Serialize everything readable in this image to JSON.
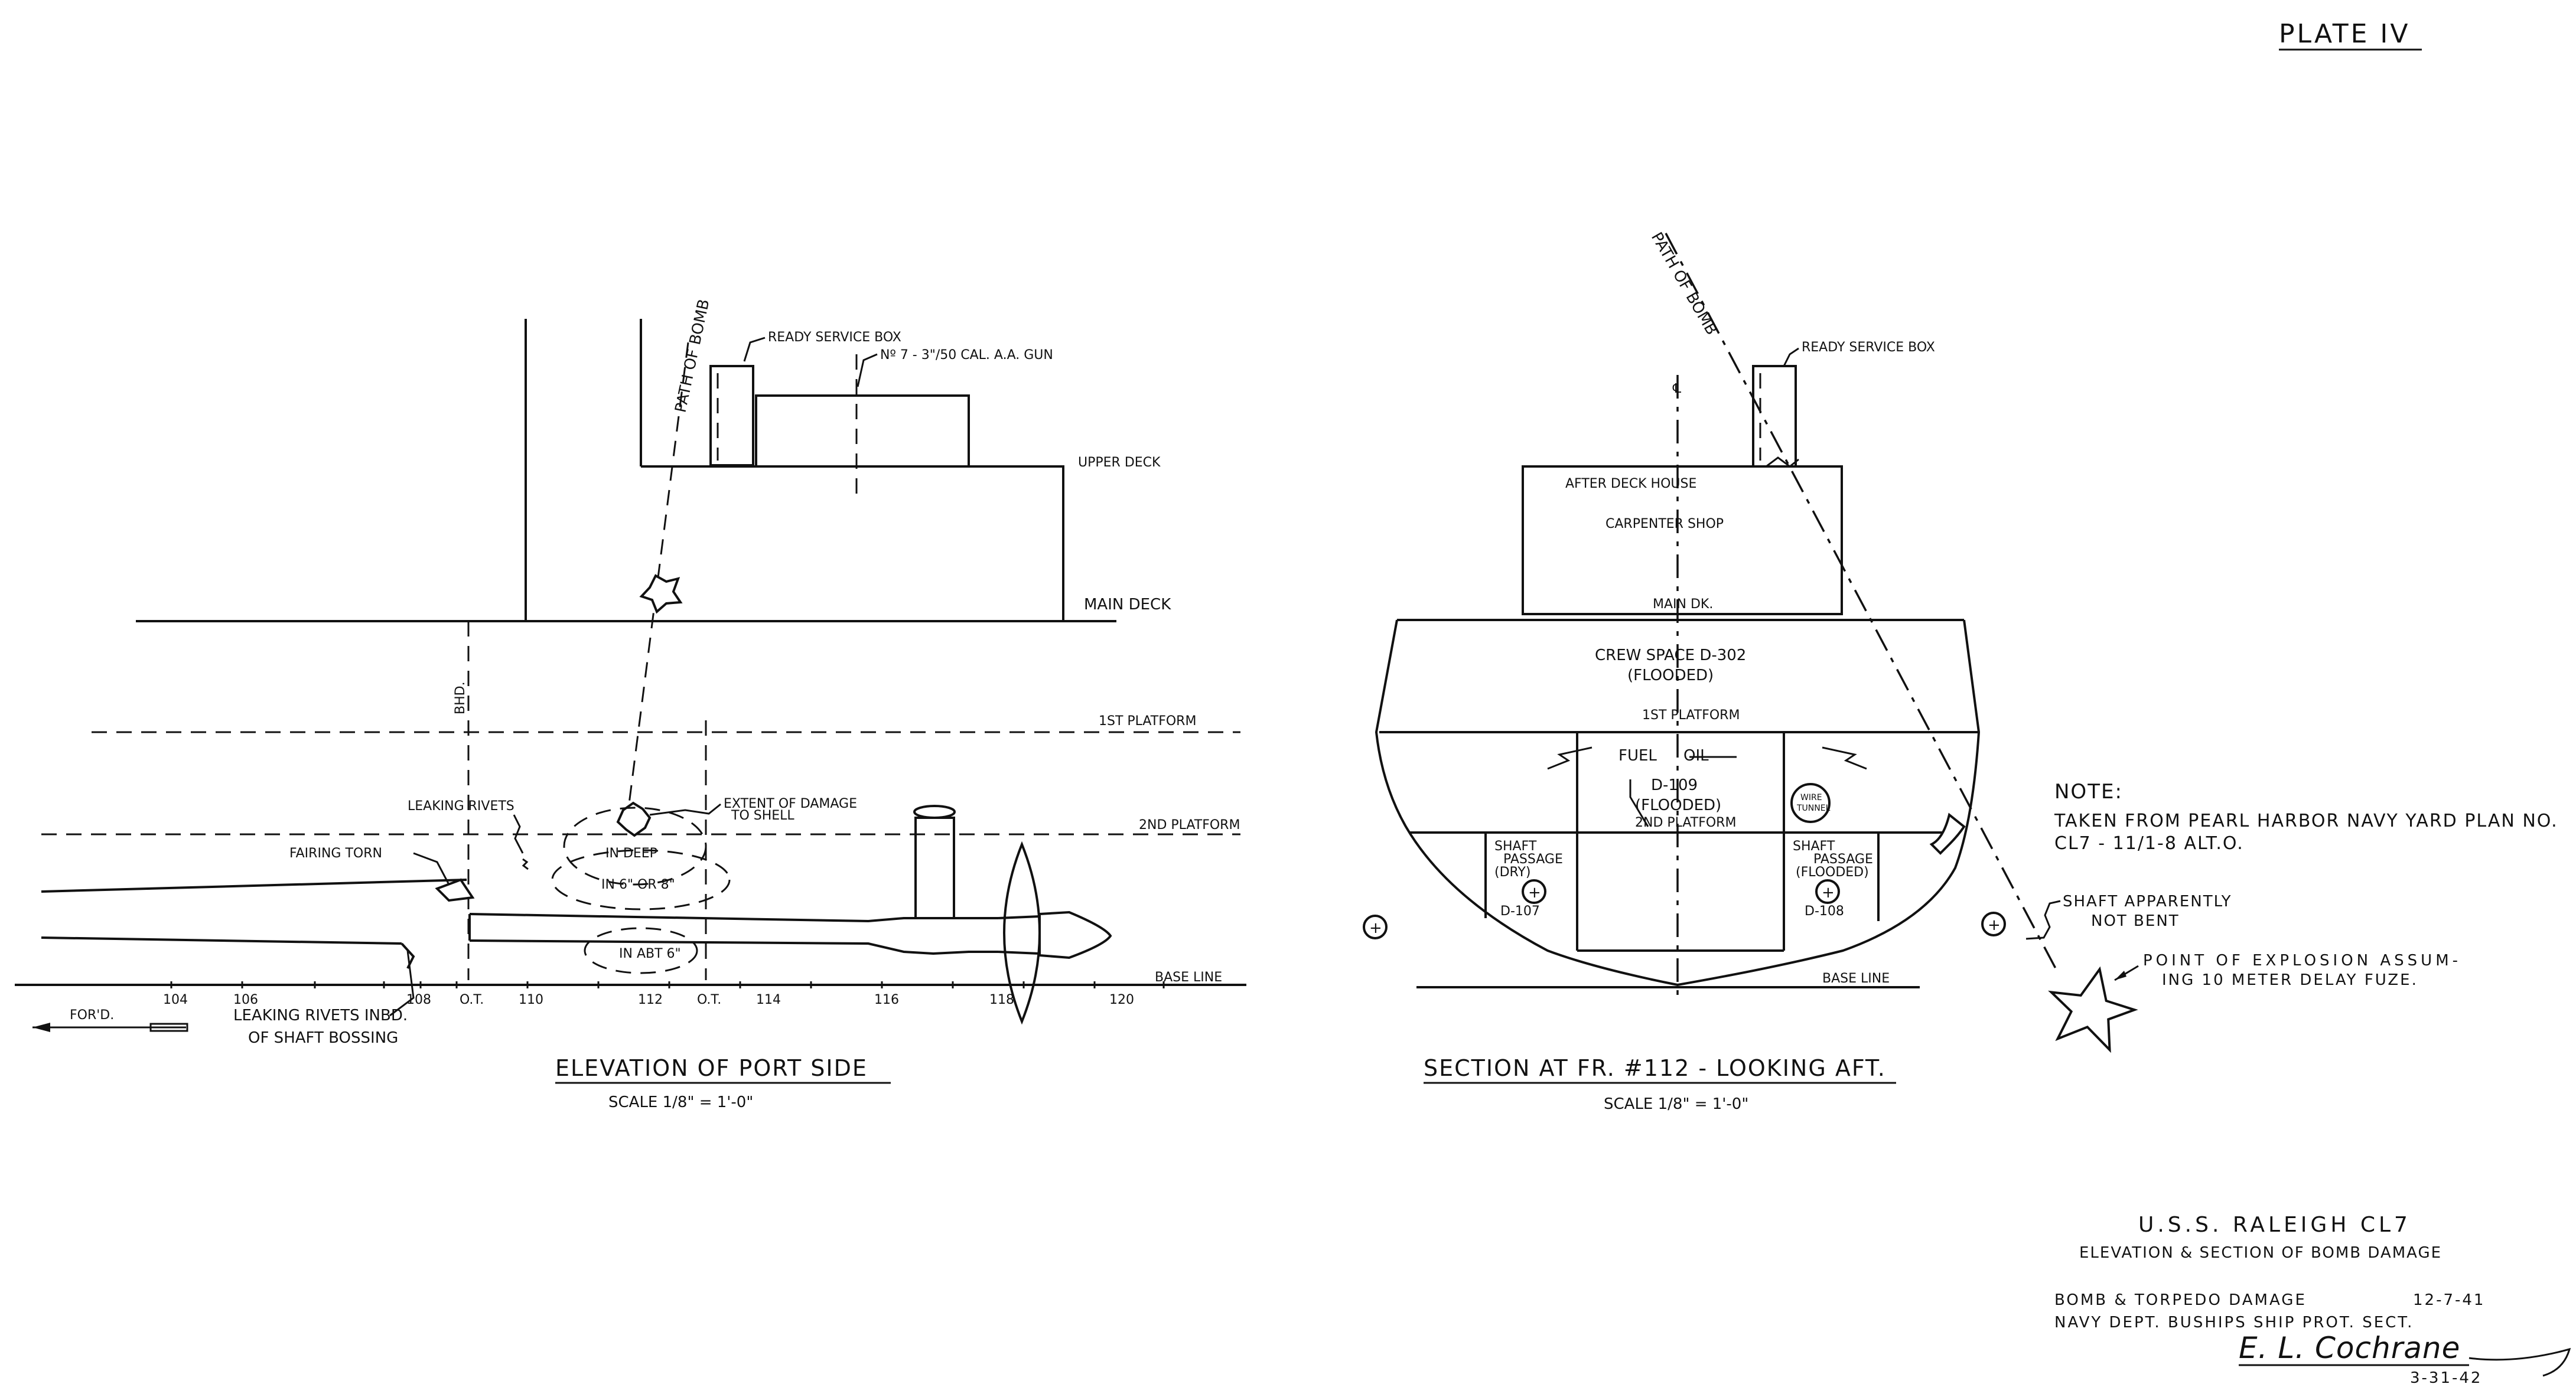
{
  "plate": "PLATE IV",
  "elevation": {
    "path_of_bomb": "PATH OF BOMB",
    "ready_service_box": "READY SERVICE BOX",
    "gun": "Nº 7 - 3\"/50 CAL. A.A. GUN",
    "upper_deck": "UPPER DECK",
    "main_deck": "MAIN DECK",
    "bhd": "BHD.",
    "first_platform": "1ST PLATFORM",
    "second_platform": "2ND PLATFORM",
    "leaking_rivets": "LEAKING RIVETS",
    "extent_of_damage_1": "EXTENT OF DAMAGE",
    "extent_of_damage_2": "TO SHELL",
    "fairing_torn": "FAIRING TORN",
    "in_deep": "IN DEEP",
    "in_6_or_8": "IN 6\" OR 8\"",
    "in_abt_6": "IN ABT 6\"",
    "base_line": "BASE LINE",
    "frames": [
      "104",
      "106",
      "108",
      "O.T.",
      "110",
      "112",
      "O.T.",
      "114",
      "116",
      "118",
      "120"
    ],
    "ford": "FOR'D.",
    "leaking_rivets_bossing_1": "LEAKING RIVETS INBD.",
    "leaking_rivets_bossing_2": "OF SHAFT BOSSING",
    "title": "ELEVATION OF PORT SIDE",
    "scale": "SCALE 1/8\" = 1'-0\""
  },
  "section": {
    "path_of_bomb": "PATH OF BOMB",
    "ready_service_box": "READY SERVICE BOX",
    "after_deck_house": "AFTER DECK HOUSE",
    "carpenter_shop": "CARPENTER SHOP",
    "main_dk": "MAIN DK.",
    "crew_space": "CREW SPACE D-302",
    "flooded": "(FLOODED)",
    "first_platform": "1ST PLATFORM",
    "fuel": "FUEL",
    "oil": "OIL",
    "d109": "D-109",
    "d109_flooded": "(FLOODED)",
    "second_platform": "2ND PLATFORM",
    "wire_tunnel_1": "WIRE",
    "wire_tunnel_2": "TUNNEL",
    "shaft_passage_left_1": "SHAFT",
    "shaft_passage_left_2": "PASSAGE",
    "shaft_passage_left_3": "(DRY)",
    "d107": "D-107",
    "shaft_passage_right_1": "SHAFT",
    "shaft_passage_right_2": "PASSAGE",
    "shaft_passage_right_3": "(FLOODED)",
    "d108": "D-108",
    "base_line": "BASE LINE",
    "title": "SECTION AT FR. #112 - LOOKING AFT.",
    "scale": "SCALE 1/8\" = 1'-0\""
  },
  "note": {
    "heading": "NOTE:",
    "line1": "TAKEN FROM PEARL HARBOR NAVY YARD PLAN NO.",
    "line2": "CL7 - 11/1-8 ALT.O."
  },
  "shaft_note_1": "SHAFT APPARENTLY",
  "shaft_note_2": "NOT BENT",
  "explosion_1": "POINT OF EXPLOSION ASSUM-",
  "explosion_2": "ING 10 METER DELAY FUZE.",
  "title_block": {
    "ship": "U.S.S. RALEIGH CL7",
    "subject": "ELEVATION & SECTION OF BOMB DAMAGE",
    "line3_left": "BOMB & TORPEDO DAMAGE",
    "line3_right": "12-7-41",
    "line4": "NAVY DEPT. BUSHIPS SHIP PROT. SECT.",
    "signature": "E. L. Cochrane",
    "date": "3-31-42"
  }
}
